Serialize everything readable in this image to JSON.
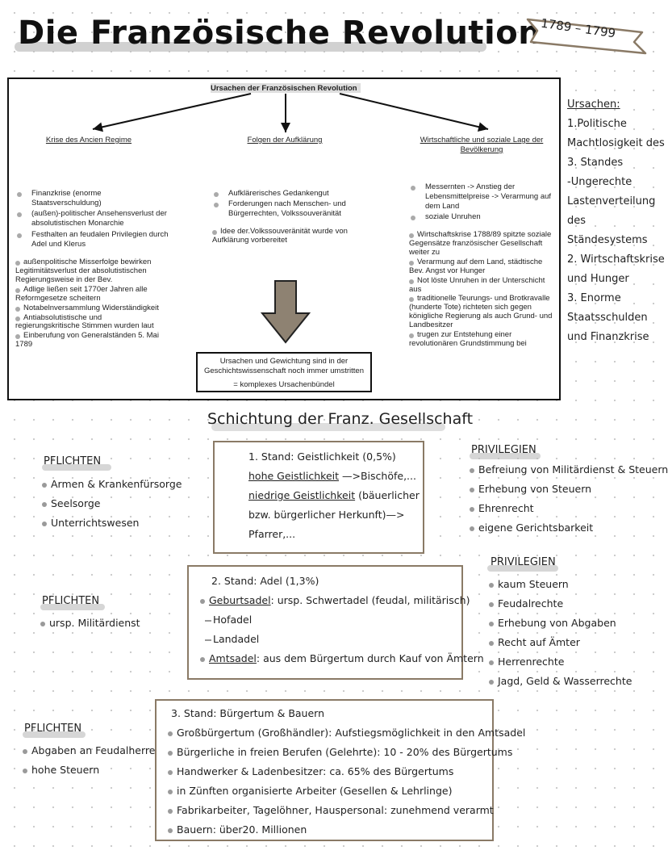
{
  "title": "Die Französische Revolution",
  "date_range": "1789 – 1799",
  "mindmap": {
    "title": "Ursachen der Französischen Revolution",
    "categories": [
      {
        "label": "Krise des Ancien Regime",
        "items": [
          "Finanzkrise (enorme Staatsverschuldung)",
          "(außen)-politischer Ansehensverlust der absolutistischen Monarchie",
          "Festhalten an feudalen Privilegien durch Adel und Klerus"
        ],
        "extra_items": [
          "außenpolitische Misserfolge bewirken   Legitimitätsverlust der absolutistischen Regierungsweise in der Bev.",
          "Adlige ließen seit 1770er Jahren alle Reformgesetze scheitern",
          "Notabelnversammlung Widerständigkeit",
          "Antiabsolutistische und regierungskritische Stimmen wurden laut",
          "Einberufung von Generalständen 5. Mai 1789"
        ]
      },
      {
        "label": "Folgen der Aufklärung",
        "items": [
          "Aufklärerisches Gedankengut",
          "Forderungen nach Menschen- und Bürgerrechten, Volkssouveränität"
        ],
        "extra_items": [
          "Idee der.Volkssouveränität wurde von Aufklärung vorbereitet"
        ]
      },
      {
        "label": "Wirtschaftliche und soziale Lage der Bevölkerung",
        "items": [
          "Messernten -> Anstieg der Lebensmittelpreise -> Verarmung auf dem Land",
          "soziale Unruhen"
        ],
        "extra_items": [
          "Wirtschaftskrise 1788/89 spitzte soziale Gegensätze französischer Gesellschaft weiter zu",
          "Verarmung auf dem Land, städtische Bev. Angst vor Hunger",
          "Not löste Unruhen in der Unterschicht aus",
          "traditionelle Teurungs- und Brotkravalle (hunderte Tote) richteten sich gegen königliche Regierung als auch Grund- und Landbesitzer",
          "trugen zur Entstehung einer revolutionären Grundstimmung bei"
        ]
      }
    ],
    "conclusion": {
      "line1": "Ursachen und Gewichtung sind in der Geschichtswissenschaft noch immer umstritten",
      "line2": "= komplexes Ursachenbündel"
    }
  },
  "sidenote": {
    "heading": "Ursachen:",
    "lines": [
      "1.Politische",
      "Machtlosigkeit des",
      "3. Standes",
      "-Ungerechte",
      "Lastenverteilung",
      "des",
      "Ständesystems",
      "2. Wirtschaftskrise",
      "und Hunger",
      "3. Enorme",
      "Staatsschulden",
      "und Finanzkrise"
    ]
  },
  "society": {
    "title": "Schichtung der Franz. Gesellschaft",
    "estate1": {
      "heading": "1.    Stand: Geistlichkeit (0,5%)",
      "hohe_label": "hohe Geistlichkeit",
      "hohe_rest": " —>Bischöfe,...",
      "niedrige_label": "niedrige Geistlichkeit",
      "niedrige_rest": " (bäuerlicher",
      "line3": "bzw. bürgerlicher Herkunft)—>",
      "line4": "Pfarrer,...",
      "duties_label": "PFLICHTEN",
      "duties": [
        "Armen & Krankenfürsorge",
        "Seelsorge",
        "Unterrichtswesen"
      ],
      "privileges_label": "PRIVILEGIEN",
      "privileges": [
        "Befreiung von Militärdienst & Steuern",
        "Erhebung von Steuern",
        "Ehrenrecht",
        "eigene Gerichtsbarkeit"
      ]
    },
    "estate2": {
      "heading": "2.    Stand: Adel (1,3%)",
      "geburt_label": "Geburtsadel",
      "geburt_rest": ": ursp. Schwertadel (feudal, militärisch)",
      "hofadel": "Hofadel",
      "landadel": "Landadel",
      "amts_label": "Amtsadel",
      "amts_rest": ": aus dem Bürgertum durch Kauf von Ämtern",
      "duties_label": "PFLICHTEN",
      "duties": [
        "ursp. Militärdienst"
      ],
      "privileges_label": "PRIVILEGIEN",
      "privileges": [
        "kaum Steuern",
        "Feudalrechte",
        "Erhebung von Abgaben",
        "Recht auf Ämter",
        "Herrenrechte",
        "Jagd, Geld & Wasserrechte"
      ]
    },
    "estate3": {
      "heading": "3.    Stand: Bürgertum & Bauern",
      "items": [
        "Großbürgertum (Großhändler): Aufstiegsmöglichkeit in den Amtsadel",
        "Bürgerliche in freien Berufen (Gelehrte): 10 - 20% des Bürgertums",
        "Handwerker & Ladenbesitzer: ca. 65% des Bürgertums",
        "in Zünften organisierte Arbeiter (Gesellen & Lehrlinge)",
        "Fabrikarbeiter, Tagelöhner, Hauspersonal: zunehmend verarmt",
        "Bauern: über20. Millionen"
      ],
      "duties_label": "PFLICHTEN",
      "duties": [
        "Abgaben an Feudalherren",
        "hohe Steuern"
      ]
    }
  }
}
